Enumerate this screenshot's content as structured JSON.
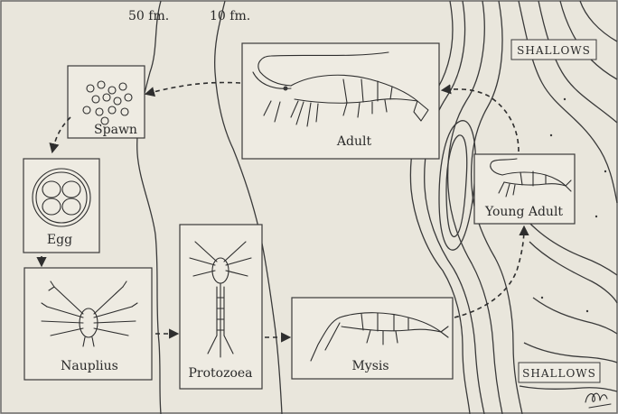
{
  "depth_labels": {
    "d50": "50 fm.",
    "d10": "10 fm."
  },
  "shallows_labels": {
    "top": "SHALLOWS",
    "bottom": "SHALLOWS"
  },
  "stages": {
    "adult": "Adult",
    "spawn": "Spawn",
    "egg": "Egg",
    "nauplius": "Nauplius",
    "protozoea": "Protozoea",
    "mysis": "Mysis",
    "young_adult": "Young Adult"
  },
  "signature": "Rosa"
}
